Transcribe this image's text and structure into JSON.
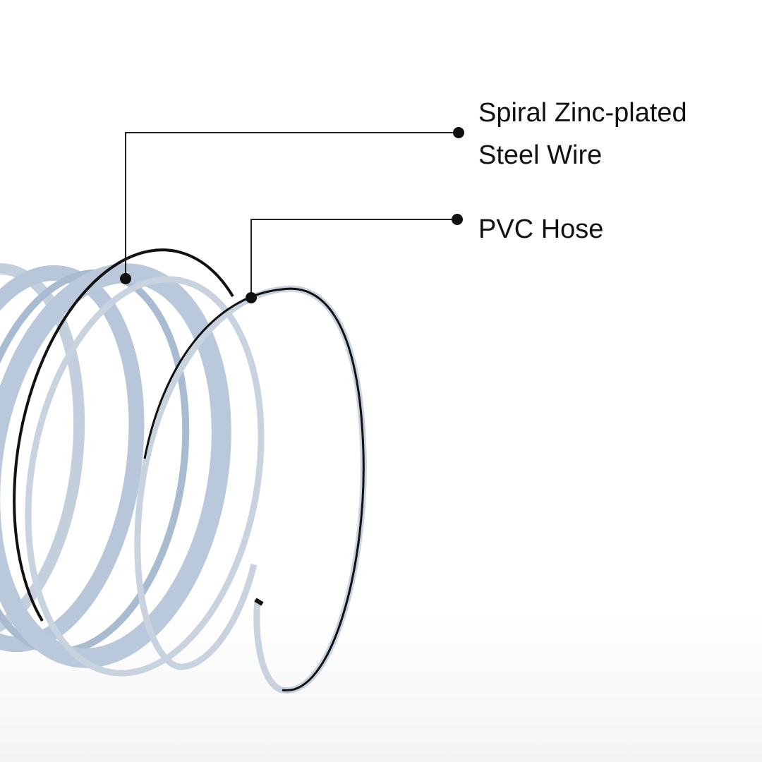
{
  "labels": {
    "wire_line1": "Spiral Zinc-plated",
    "wire_line2": "Steel Wire",
    "hose": "PVC Hose"
  },
  "colors": {
    "wire": "#111111",
    "hose": "#b7c6d8",
    "hose_dark": "#8fa3bb",
    "leader": "#222222"
  }
}
